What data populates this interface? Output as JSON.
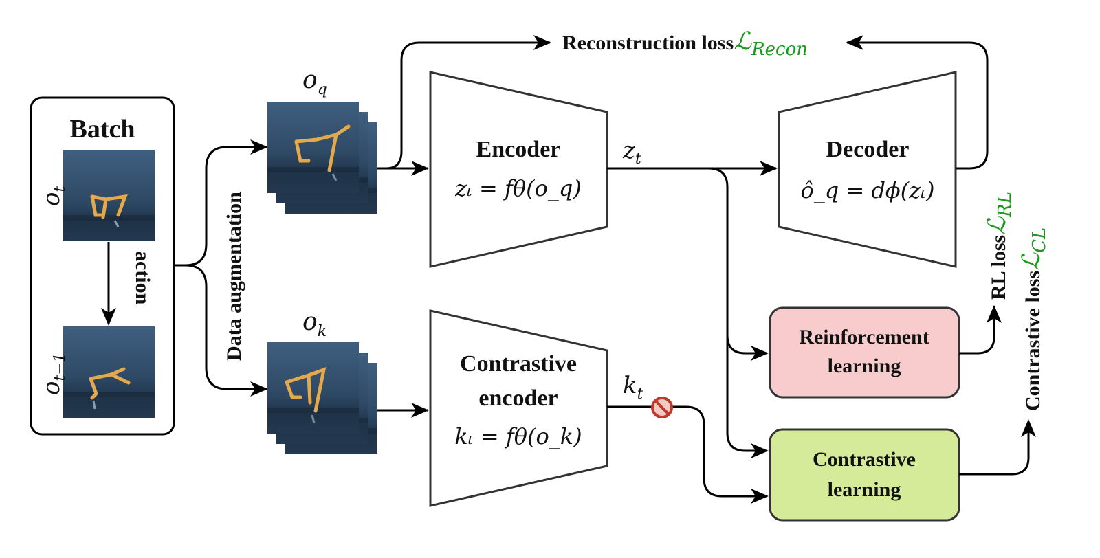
{
  "batch": {
    "title": "Batch",
    "obs_current": "o",
    "obs_current_sub": "t",
    "obs_prev": "o",
    "obs_prev_sub": "t−1",
    "action_label": "action"
  },
  "augmentation_label": "Data augmentation",
  "query": {
    "label": "o",
    "sub": "q"
  },
  "key": {
    "label": "o",
    "sub": "k"
  },
  "encoder": {
    "title": "Encoder",
    "formula": "zₜ = fθ(o_q)"
  },
  "contrastive_encoder": {
    "title_line1": "Contrastive",
    "title_line2": "encoder",
    "formula": "kₜ = fθ(o_k)"
  },
  "decoder": {
    "title": "Decoder",
    "formula": "ô_q = dϕ(zₜ)"
  },
  "latent": {
    "z": "z",
    "z_sub": "t",
    "k": "k",
    "k_sub": "t"
  },
  "reconstruction": {
    "label": "Reconstruction loss",
    "symbol": "ℒ",
    "sub": "Recon"
  },
  "rl_box": {
    "line1": "Reinforcement",
    "line2": "learning",
    "color": "#f8cccc"
  },
  "cl_box": {
    "line1": "Contrastive",
    "line2": "learning",
    "color": "#d5eb9a"
  },
  "rl_loss": {
    "label": "RL loss",
    "symbol": "ℒ",
    "sub": "RL"
  },
  "cl_loss": {
    "label": "Contrastive loss",
    "symbol": "ℒ",
    "sub": "CL"
  },
  "stop_gradient_icon": "no-entry-icon",
  "colors": {
    "loss_green": "#1a9a1a",
    "frame_bg": "#3a5774"
  }
}
